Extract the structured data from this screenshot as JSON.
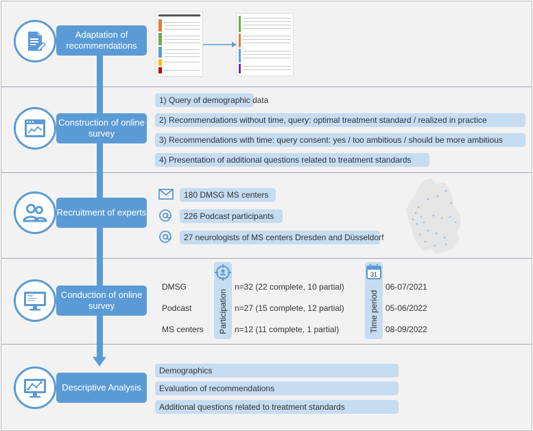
{
  "colors": {
    "accent": "#5b9bd5",
    "pill": "#c5dcf1",
    "band": "#f2f2f2"
  },
  "steps": [
    {
      "label": "Adaptation of recommendations",
      "icon": "document-edit-icon"
    },
    {
      "label": "Construction of online survey",
      "icon": "browser-chart-icon"
    },
    {
      "label": "Recruitment of experts",
      "icon": "people-icon"
    },
    {
      "label": "Conduction of online survey",
      "icon": "monitor-icon"
    },
    {
      "label": "Descriptive Analysis",
      "icon": "analytics-monitor-icon"
    }
  ],
  "construction_items": [
    "1) Query of demographic data",
    "2) Recommendations without time, query: optimal treatment standard / realized in practice",
    "3) Recommendations with time: query consent: yes /  too ambitious / should be more ambitious",
    "4) Presentation of additional questions related to treatment standards"
  ],
  "recruitment_items": [
    {
      "icon": "mail-icon",
      "text": "180 DMSG MS centers"
    },
    {
      "icon": "at-icon",
      "text": "226 Podcast participants"
    },
    {
      "icon": "at-icon",
      "text": "27 neurologists of MS centers Dresden and Düsseldorf"
    }
  ],
  "conduction": {
    "participation_label": "Participation",
    "time_period_label": "Time period",
    "calendar_day": "31",
    "rows": [
      {
        "group": "DMSG",
        "n": "n=32 (22 complete, 10 partial)",
        "period": "06-07/2021"
      },
      {
        "group": "Podcast",
        "n": "n=27 (15 complete, 12 partial)",
        "period": "05-06/2022"
      },
      {
        "group": "MS centers",
        "n": "n=12 (11 complete, 1 partial)",
        "period": "08-09/2022"
      }
    ]
  },
  "analysis_items": [
    "Demographics",
    "Evaluation of recommendations",
    "Additional questions related to treatment standards"
  ]
}
